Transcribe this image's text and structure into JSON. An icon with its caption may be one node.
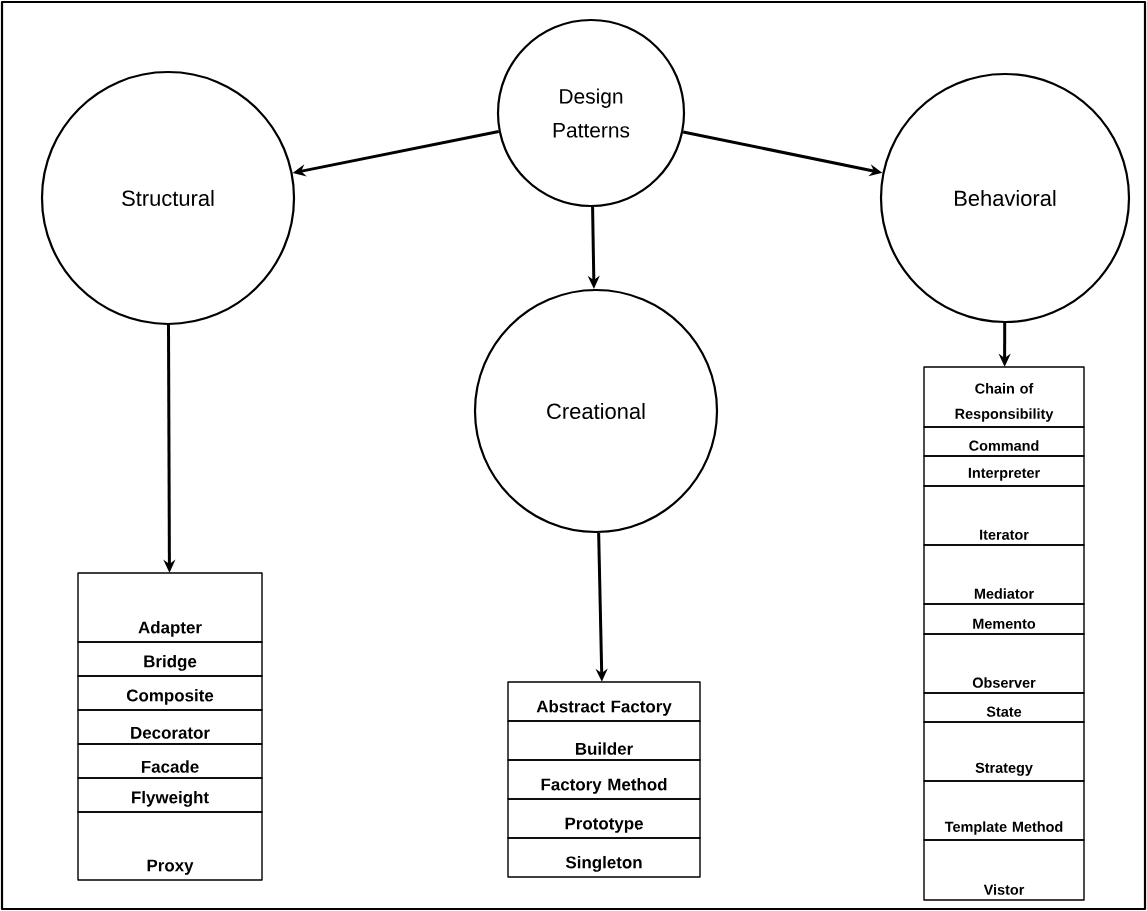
{
  "diagram": {
    "nodes": [
      {
        "text": [
          "Design Patterns"
        ]
      },
      {
        "text": [
          "Structural"
        ]
      },
      {
        "text": [
          "Creational"
        ]
      },
      {
        "text": [
          "Behavioral"
        ]
      },
      {
        "text": [
          "Adapter",
          "Bridge",
          "Composite",
          "Decorator",
          "Facade",
          "Flyweight",
          "Proxy"
        ]
      },
      {
        "text": [
          "Abstract Factory",
          "Builder",
          "Factory Method",
          "Prototype",
          "Singleton"
        ]
      },
      {
        "text": [
          "Chain of Responsibility",
          "Command",
          "Interpreter",
          "Iterator",
          "Mediator",
          "Memento",
          "Observer",
          "State",
          "Strategy",
          "Template Method",
          "Vistor"
        ]
      }
    ],
    "edges": [
      {
        "from": 0,
        "to": 1,
        "arrow": "to"
      },
      {
        "from": 0,
        "to": 2,
        "arrow": "to"
      },
      {
        "from": 0,
        "to": 3,
        "arrow": "to"
      },
      {
        "from": 1,
        "to": 4,
        "arrow": "to"
      },
      {
        "from": 2,
        "to": 5,
        "arrow": "to"
      },
      {
        "from": 3,
        "to": 6,
        "arrow": "to"
      }
    ]
  }
}
